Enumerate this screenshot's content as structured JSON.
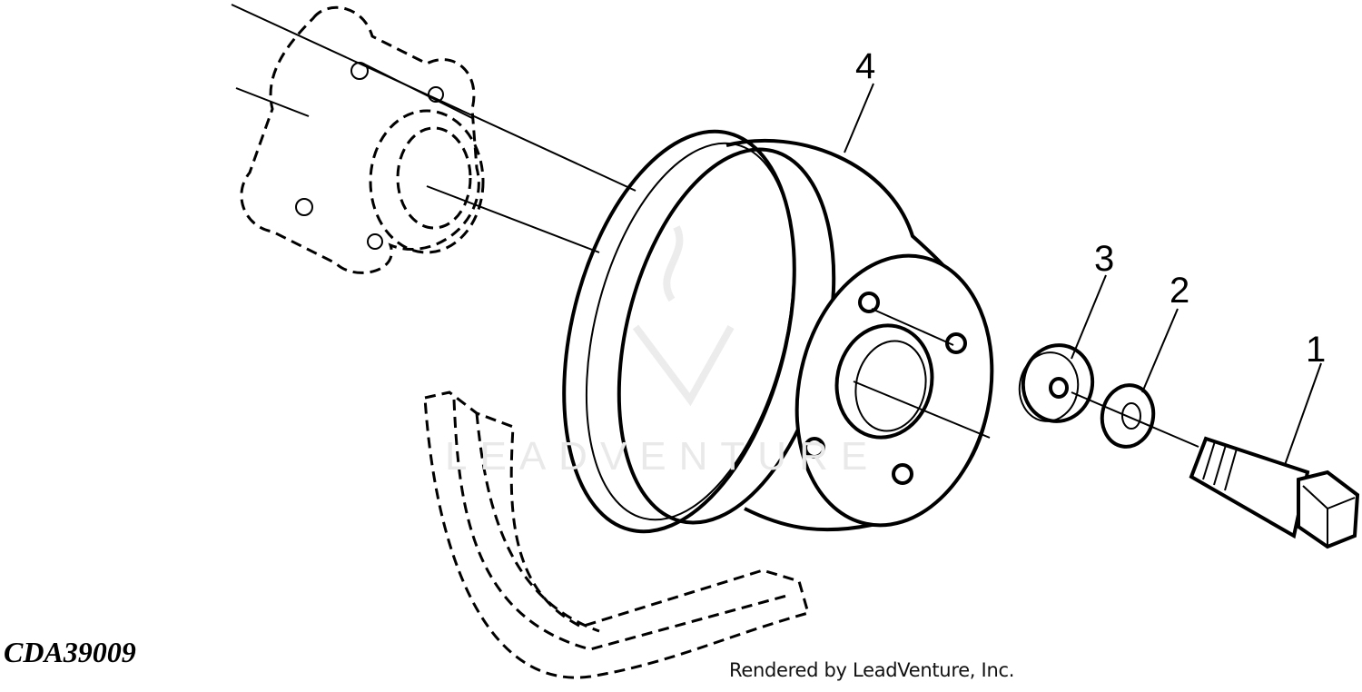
{
  "figure": {
    "id": "CDA39009",
    "credit": "Rendered by LeadVenture, Inc.",
    "watermark": "LEADVENTURE"
  },
  "callouts": [
    {
      "number": "1",
      "part": "cap-screw"
    },
    {
      "number": "2",
      "part": "lock-washer"
    },
    {
      "number": "3",
      "part": "flat-washer"
    },
    {
      "number": "4",
      "part": "pulley"
    }
  ],
  "colors": {
    "ink": "#000000",
    "background": "#ffffff",
    "watermark": "#e9e9e9"
  }
}
